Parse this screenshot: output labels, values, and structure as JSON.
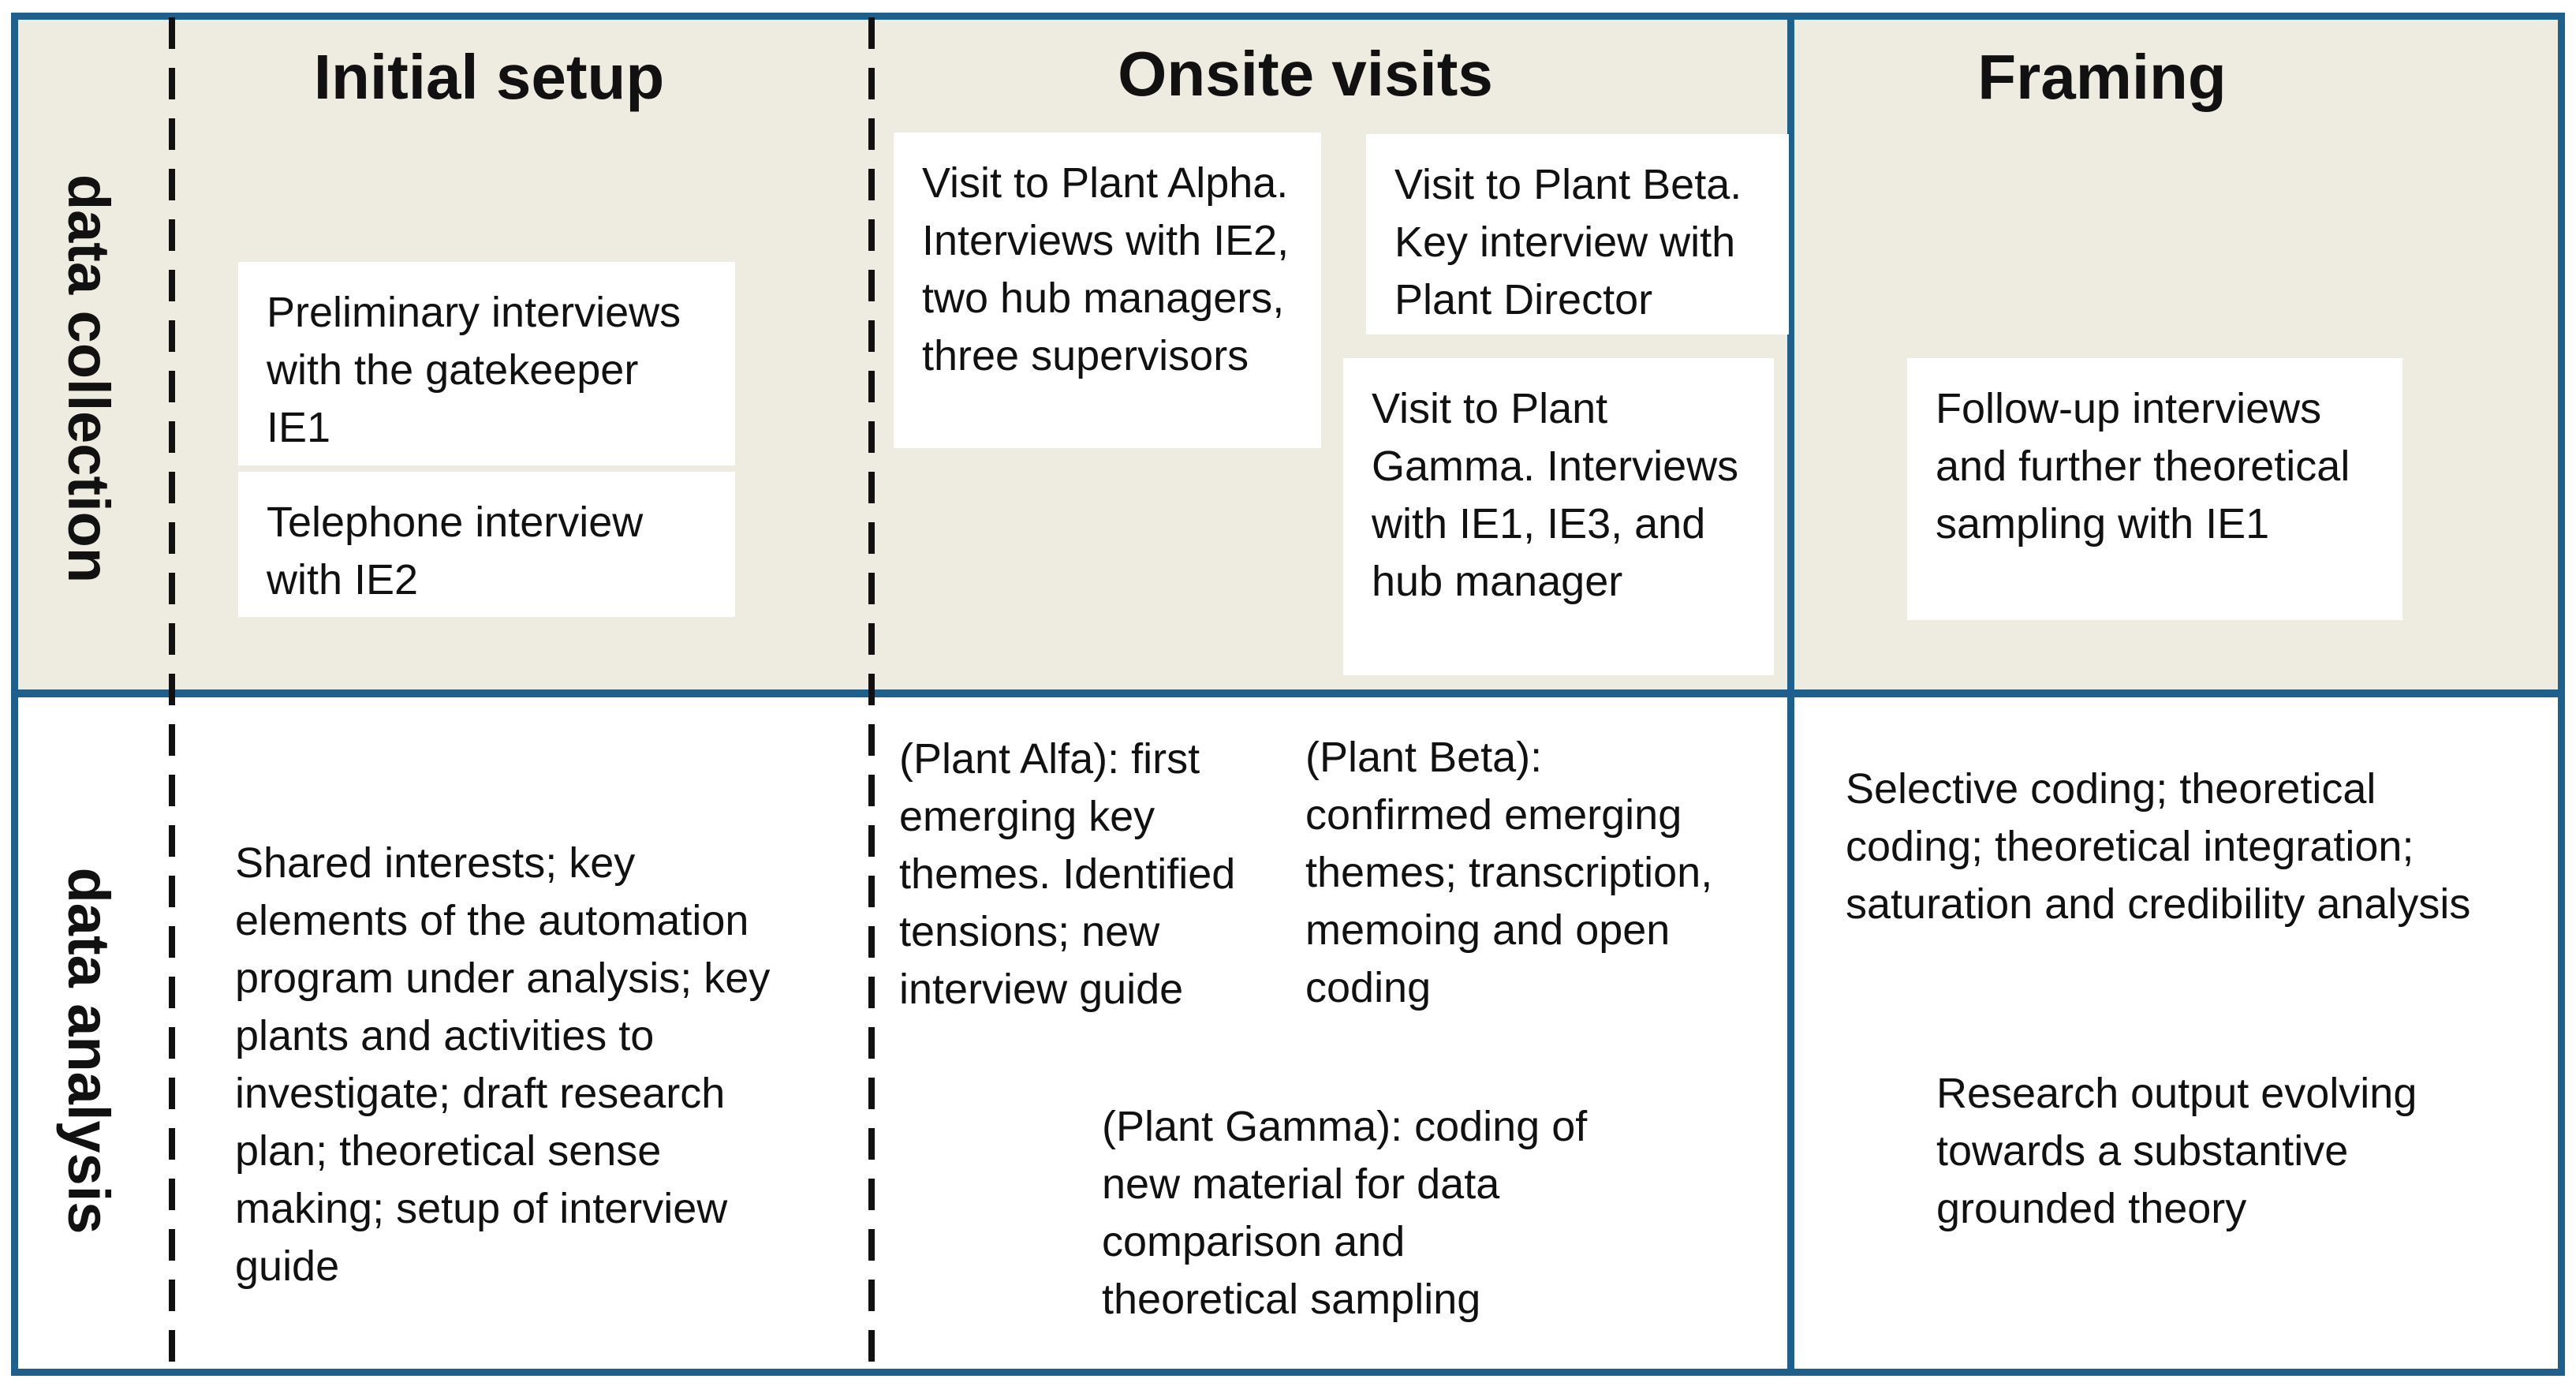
{
  "columns": {
    "initial_setup": "Initial setup",
    "onsite_visits": "Onsite visits",
    "framing": "Framing"
  },
  "rows": {
    "data_collection": "data collection",
    "data_analysis": "data analysis"
  },
  "collection": {
    "preliminary_interviews": "Preliminary interviews with the gatekeeper IE1",
    "telephone_interview": "Telephone interview with IE2",
    "visit_alpha": "Visit to Plant Alpha. Interviews with IE2,  two hub managers, three supervisors",
    "visit_beta": "Visit to Plant Beta. Key interview with Plant Director",
    "visit_gamma": "Visit to Plant Gamma. Interviews with IE1, IE3,  and hub manager",
    "follow_up": "Follow-up interviews and further theoretical sampling with IE1"
  },
  "analysis": {
    "initial": "Shared interests; key elements of the automation program  under analysis; key plants and activities to investigate; draft research plan; theoretical sense making; setup of interview guide",
    "alfa": "(Plant Alfa): first emerging key themes. Identified tensions; new interview guide",
    "beta": "(Plant Beta): confirmed emerging themes; transcription, memoing and open coding",
    "gamma": "(Plant Gamma): coding of new  material  for  data comparison and theoretical sampling",
    "selective": "Selective coding; theoretical coding; theoretical integration; saturation and credibility analysis",
    "output": "Research output evolving towards a substantive grounded theory"
  },
  "colors": {
    "top_band": "#eeece1",
    "border": "#1f5f8b",
    "box": "#ffffff"
  }
}
